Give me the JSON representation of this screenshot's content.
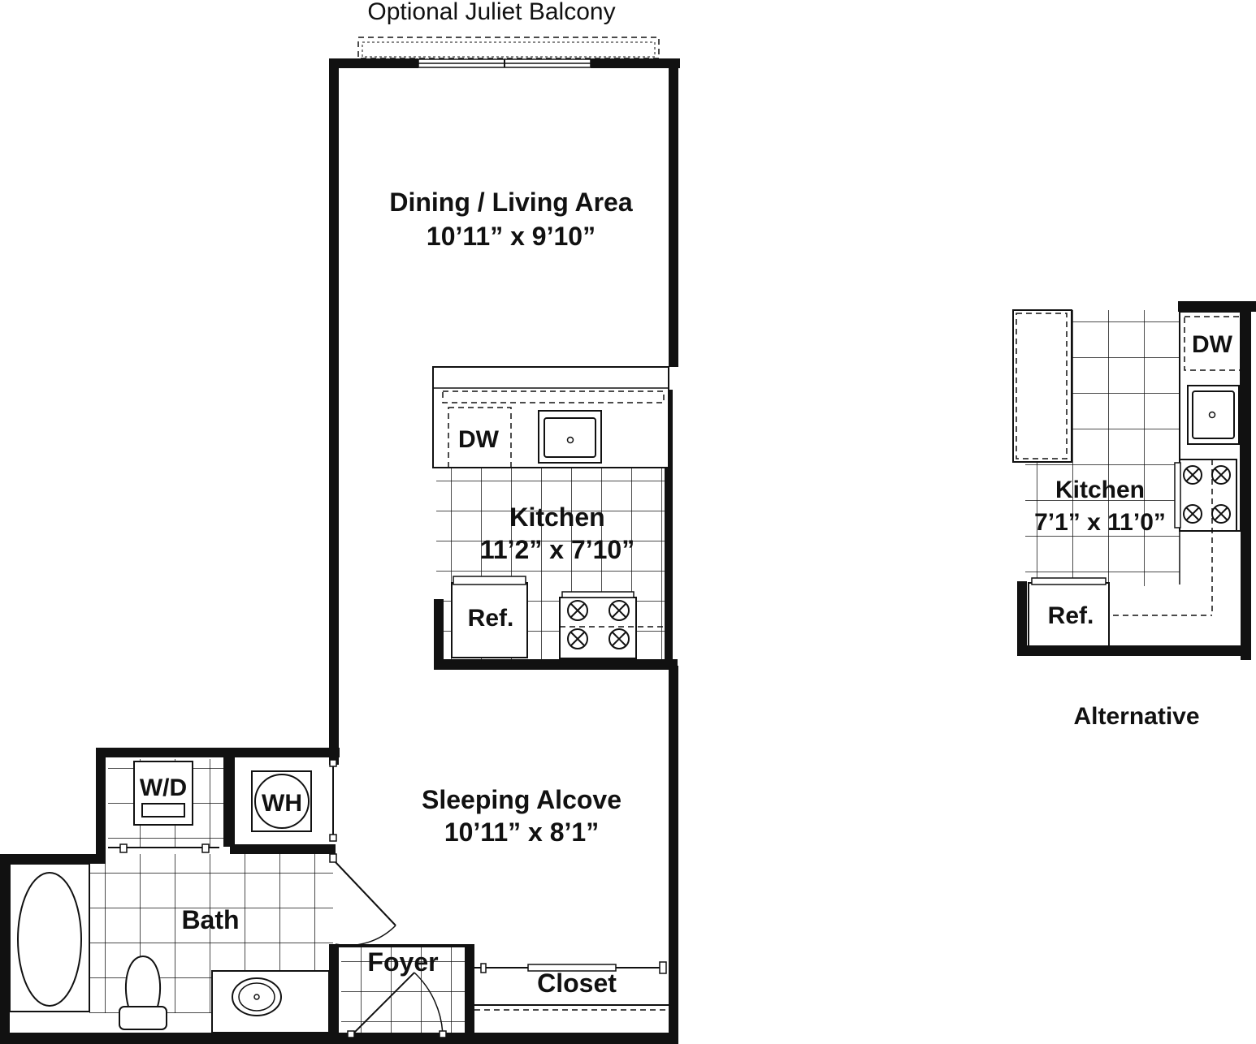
{
  "plan": {
    "balcony_label": "Optional Juliet Balcony",
    "rooms": {
      "dining_living": {
        "name": "Dining / Living Area",
        "dims": "10’11” x 9’10”"
      },
      "kitchen": {
        "name": "Kitchen",
        "dims": "11’2” x 7’10”"
      },
      "sleeping_alcove": {
        "name": "Sleeping Alcove",
        "dims": "10’11” x 8’1”"
      },
      "bath": {
        "name": "Bath"
      },
      "foyer": {
        "name": "Foyer"
      },
      "closet": {
        "name": "Closet"
      }
    },
    "appliances": {
      "dishwasher": "DW",
      "refrigerator": "Ref.",
      "washer_dryer": "W/D",
      "water_heater": "WH"
    }
  },
  "alternative": {
    "caption": "Alternative",
    "kitchen": {
      "name": "Kitchen",
      "dims": "7’1” x 11’0”"
    },
    "dishwasher": "DW",
    "refrigerator": "Ref."
  }
}
